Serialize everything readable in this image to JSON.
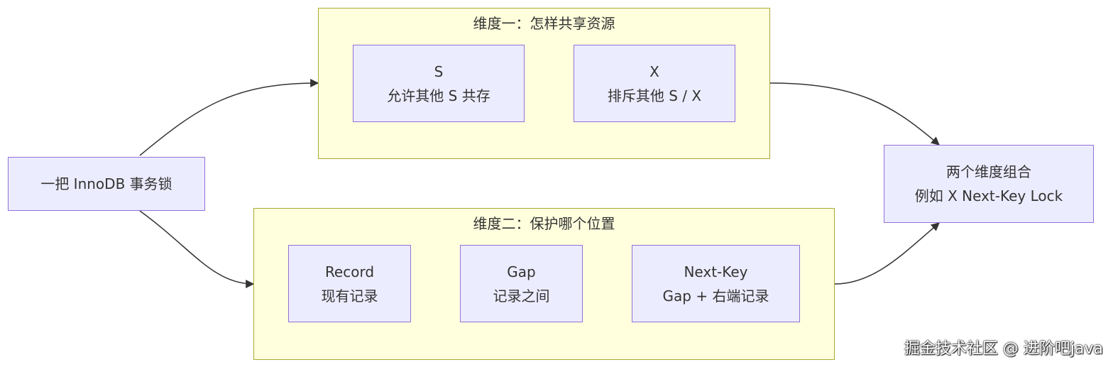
{
  "start_node": {
    "label": "一把 InnoDB 事务锁"
  },
  "group_mode": {
    "title": "维度一：怎样共享资源",
    "nodes": [
      {
        "line1": "S",
        "line2": "允许其他 S 共存"
      },
      {
        "line1": "X",
        "line2": "排斥其他 S / X"
      }
    ]
  },
  "group_range": {
    "title": "维度二：保护哪个位置",
    "nodes": [
      {
        "line1": "Record",
        "line2": "现有记录"
      },
      {
        "line1": "Gap",
        "line2": "记录之间"
      },
      {
        "line1": "Next-Key",
        "line2": "Gap + 右端记录"
      }
    ]
  },
  "end_node": {
    "line1": "两个维度组合",
    "line2": "例如 X Next-Key Lock"
  },
  "watermark": "掘金技术社区 @ 进阶吧java",
  "colors": {
    "node_fill": "#ececff",
    "node_border": "#9370db",
    "group_fill": "#ffffde",
    "group_border": "#aaaa33",
    "edge": "#333333"
  }
}
